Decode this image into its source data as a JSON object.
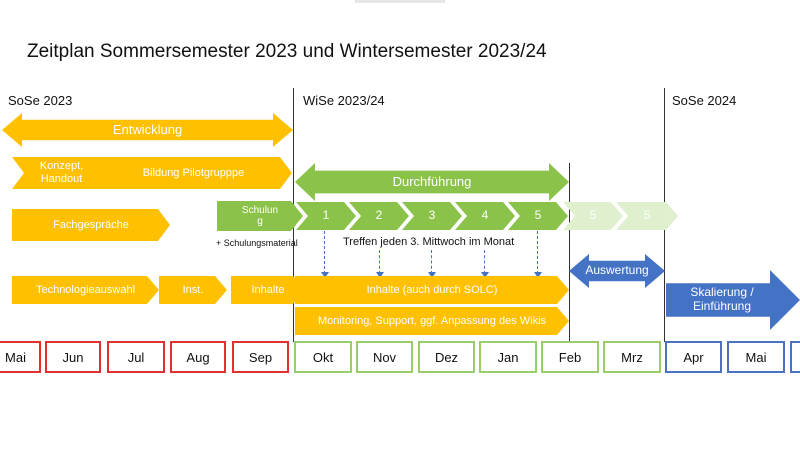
{
  "title": "Zeitplan Sommersemester 2023 und Wintersemester 2023/24",
  "phases": {
    "sose2023": "SoSe 2023",
    "wise": "WiSe 2023/24",
    "sose2024": "SoSe 2024"
  },
  "bars": {
    "entwicklung": "Entwicklung",
    "konzept": "Konzept,\nHandout",
    "bildung": "Bildung Pilotgrupppe",
    "durchfuehrung": "Durchführung",
    "fachgespraeche": "Fachgespräche",
    "schulung": "Schulun\ng",
    "technologie": "Technologieauswahl",
    "inst": "Inst.",
    "inhalte": "Inhalte",
    "inhalte_solc": "Inhalte (auch durch SOLC)",
    "monitoring": "Monitoring, Support, ggf. Anpassung des Wikis",
    "auswertung": "Auswertung",
    "skalierung": "Skalierung /\nEinführung"
  },
  "meetings": [
    "1",
    "2",
    "3",
    "4",
    "5",
    "5",
    "5"
  ],
  "notes": {
    "schulungsmaterial": "+ Schulungsmaterial",
    "treffen": "Treffen jeden 3. Mittwoch im Monat"
  },
  "months": [
    "Mai",
    "Jun",
    "Jul",
    "Aug",
    "Sep",
    "Okt",
    "Nov",
    "Dez",
    "Jan",
    "Feb",
    "Mrz",
    "Apr",
    "Mai"
  ],
  "colors": {
    "yellow": "#FFC000",
    "green": "#8BC34A",
    "blue": "#4472C4",
    "red": "#e03030"
  }
}
